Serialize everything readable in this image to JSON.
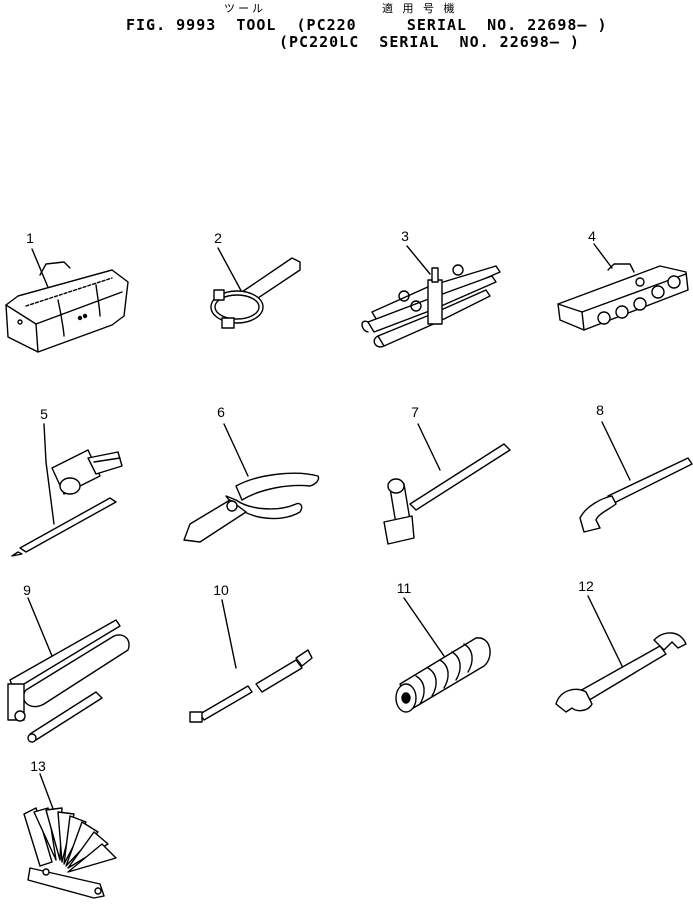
{
  "header": {
    "kana_tool": "ツール",
    "kana_serial": "適 用 号 機",
    "line1": "FIG. 9993  TOOL  (PC220     SERIAL  NO. 22698— )",
    "line2": "(PC220LC  SERIAL  NO. 22698— )"
  },
  "parts": [
    {
      "no": "1"
    },
    {
      "no": "2"
    },
    {
      "no": "3"
    },
    {
      "no": "4"
    },
    {
      "no": "5"
    },
    {
      "no": "6"
    },
    {
      "no": "7"
    },
    {
      "no": "8"
    },
    {
      "no": "9"
    },
    {
      "no": "10"
    },
    {
      "no": "11"
    },
    {
      "no": "12"
    },
    {
      "no": "13"
    }
  ]
}
